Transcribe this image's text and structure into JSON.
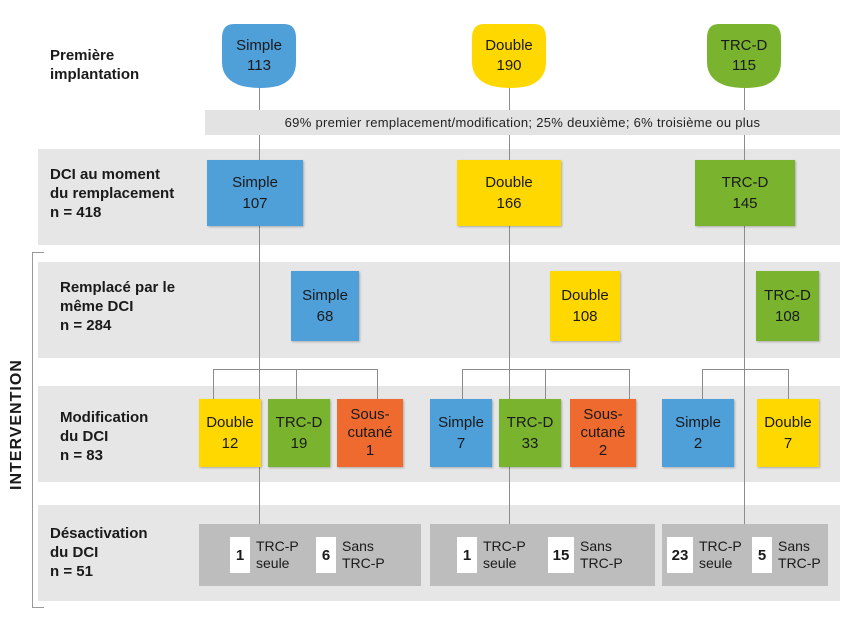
{
  "rows": {
    "first": "Première\nimplantation",
    "replacement": "DCI au moment\ndu remplacement\nn = 418",
    "same": "Remplacé par le\nmême DCI\nn = 284",
    "modification": "Modification\ndu DCI\nn = 83",
    "deactivation": "Désactivation\ndu DCI\nn = 51"
  },
  "side_label": "INTERVENTION",
  "banner": "69% premier remplacement/modification; 25% deuxième; 6% troisième ou plus",
  "columns": [
    {
      "first": {
        "label": "Simple",
        "value": "113"
      },
      "replacement": {
        "label": "Simple",
        "value": "107"
      },
      "same": {
        "label": "Simple",
        "value": "68"
      },
      "modifications": [
        {
          "label": "Double",
          "value": "12"
        },
        {
          "label": "TRC-D",
          "value": "19"
        },
        {
          "label": "Sous-\ncutané",
          "value": "1"
        }
      ],
      "deactivation": [
        {
          "count": "1",
          "label": "TRC-P\nseule"
        },
        {
          "count": "6",
          "label": "Sans\nTRC-P"
        }
      ]
    },
    {
      "first": {
        "label": "Double",
        "value": "190"
      },
      "replacement": {
        "label": "Double",
        "value": "166"
      },
      "same": {
        "label": "Double",
        "value": "108"
      },
      "modifications": [
        {
          "label": "Simple",
          "value": "7"
        },
        {
          "label": "TRC-D",
          "value": "33"
        },
        {
          "label": "Sous-\ncutané",
          "value": "2"
        }
      ],
      "deactivation": [
        {
          "count": "1",
          "label": "TRC-P\nseule"
        },
        {
          "count": "15",
          "label": "Sans\nTRC-P"
        }
      ]
    },
    {
      "first": {
        "label": "TRC-D",
        "value": "115"
      },
      "replacement": {
        "label": "TRC-D",
        "value": "145"
      },
      "same": {
        "label": "TRC-D",
        "value": "108"
      },
      "modifications": [
        {
          "label": "Simple",
          "value": "2"
        },
        {
          "label": "Double",
          "value": "7"
        }
      ],
      "deactivation": [
        {
          "count": "23",
          "label": "TRC-P\nseule"
        },
        {
          "count": "5",
          "label": "Sans\nTRC-P"
        }
      ]
    }
  ],
  "colors": {
    "simple": "#4f9fd9",
    "double": "#ffd800",
    "trcd": "#7ab32e",
    "souscutane": "#ee6a2e",
    "band": "#e6e6e6",
    "deactivation_box": "#bdbdbd"
  }
}
